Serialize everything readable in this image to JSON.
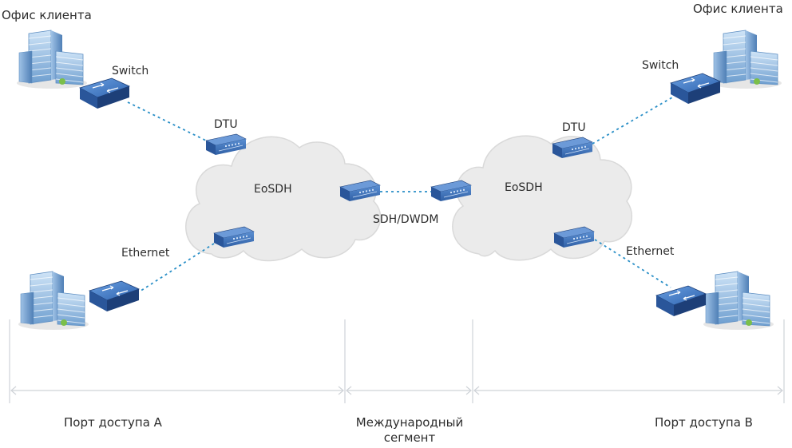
{
  "diagram": {
    "offices": {
      "left_label": "Офис клиента",
      "right_label": "Офис клиента"
    },
    "devices": {
      "switch_left": "Switch",
      "switch_right": "Switch",
      "dtu_left": "DTU",
      "dtu_right": "DTU",
      "ethernet_left": "Ethernet",
      "ethernet_right": "Ethernet"
    },
    "clouds": {
      "left": "EoSDH",
      "right": "EoSDH"
    },
    "link": {
      "center": "SDH/DWDM"
    },
    "segments": {
      "port_a": "Порт доступа A",
      "international_line1": "Международный",
      "international_line2": "сегмент",
      "port_b": "Порт доступа B"
    },
    "colors": {
      "cloud": "#ebebeb",
      "cloud_stroke": "#d9d9d9",
      "device": "#2f5fa5",
      "device_dark": "#1d3f78",
      "link": "#2a8fc7",
      "dimension": "#cfd3d8"
    }
  }
}
